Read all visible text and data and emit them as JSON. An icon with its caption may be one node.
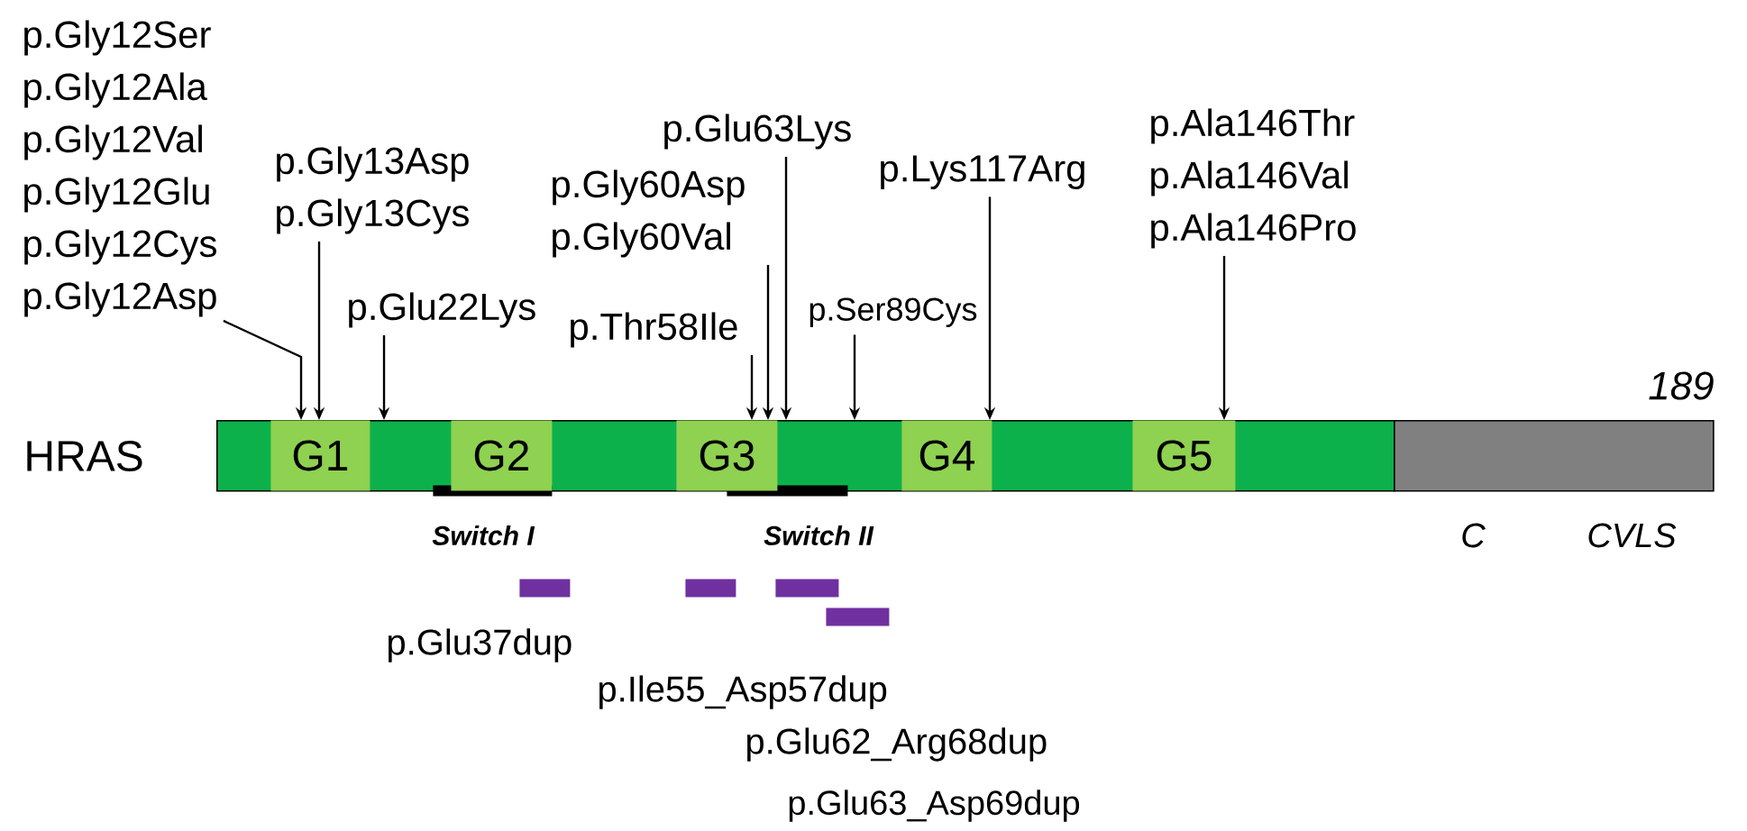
{
  "diagram": {
    "nodes": [
      {
        "text": [
          "p.Gly12Ser",
          "p.Gly12Ala",
          "p.Gly12Val",
          "p.Gly12Glu",
          "p.Gly12Cys",
          "p.Gly12Asp"
        ]
      },
      {
        "text": [
          "p.Gly13Asp",
          "p.Gly13Cys"
        ]
      },
      {
        "text": [
          "p.Glu22Lys"
        ]
      },
      {
        "text": [
          "p.Thr58Ile"
        ]
      },
      {
        "text": [
          "p.Gly60Asp",
          "p.Gly60Val"
        ]
      },
      {
        "text": [
          "p.Glu63Lys"
        ]
      },
      {
        "text": [
          "p.Ser89Cys"
        ]
      },
      {
        "text": [
          "p.Lys117Arg"
        ]
      },
      {
        "text": [
          "p.Ala146Thr",
          "p.Ala146Val",
          "p.Ala146Pro"
        ]
      },
      {
        "text": [],
        "shape": "bar",
        "beside": [
          "HRAS"
        ]
      },
      {
        "text": [
          "G1"
        ],
        "in": 9
      },
      {
        "text": [
          "G2"
        ],
        "in": 9
      },
      {
        "text": [
          "G3"
        ],
        "in": 9
      },
      {
        "text": [
          "G4"
        ],
        "in": 9
      },
      {
        "text": [
          "G5"
        ],
        "in": 9
      },
      {
        "text": [],
        "shape": "bar",
        "beside": [
          "189"
        ]
      },
      {
        "text": [],
        "shape": "bar",
        "beside": [
          "Switch I"
        ]
      },
      {
        "text": [],
        "shape": "bar",
        "beside": [
          "Switch II"
        ]
      },
      {
        "text": [],
        "shape": "bar",
        "beside": [
          "p.Glu37dup"
        ]
      },
      {
        "text": [],
        "shape": "bar",
        "beside": [
          "p.Ile55_Asp57dup"
        ]
      },
      {
        "text": [],
        "shape": "bar",
        "beside": [
          "p.Glu62_Arg68dup"
        ]
      },
      {
        "text": [],
        "shape": "bar"
      }
    ],
    "edges": [
      {
        "from": 0,
        "to": 10,
        "arrow": "to"
      },
      {
        "from": 1,
        "to": 10,
        "arrow": "to"
      },
      {
        "from": 2,
        "to": 9,
        "arrow": "to"
      },
      {
        "from": 3,
        "to": 12,
        "arrow": "to"
      },
      {
        "from": 4,
        "to": 12,
        "arrow": "to"
      },
      {
        "from": 5,
        "to": 9,
        "arrow": "to"
      },
      {
        "from": 6,
        "to": 9,
        "arrow": "to"
      },
      {
        "from": 7,
        "to": 13,
        "arrow": "to"
      },
      {
        "from": 8,
        "to": 14,
        "arrow": "to"
      }
    ],
    "labels": [
      "C",
      "CVLS",
      "p.Glu63_Asp69dup"
    ]
  }
}
